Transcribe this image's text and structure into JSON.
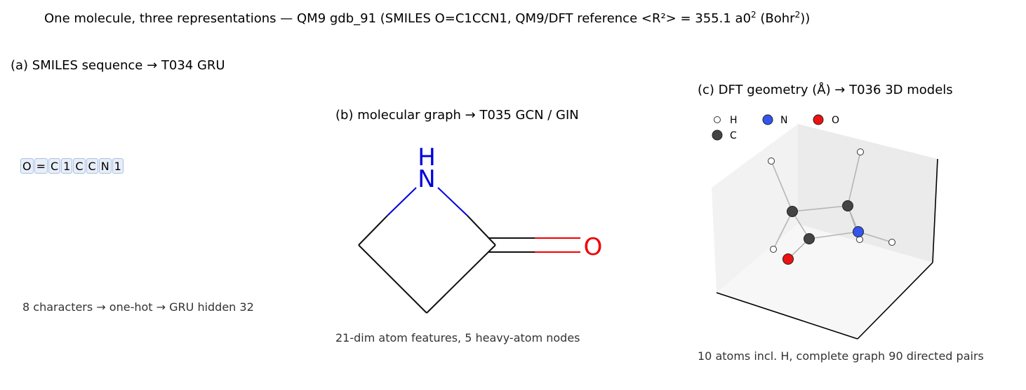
{
  "figure": {
    "title_prefix": "One molecule, three representations — QM9 gdb_91 (SMILES O=C1CCN1, QM9/DFT reference <R²> = 355.1 a0",
    "title_sup1": "2",
    "title_mid": " (Bohr",
    "title_sup2": "2",
    "title_suffix": "))"
  },
  "panel_a": {
    "title": "(a) SMILES sequence  →  T034 GRU",
    "tokens": [
      "O",
      "=",
      "C",
      "1",
      "C",
      "C",
      "N",
      "1"
    ],
    "caption": "8 characters  →  one-hot  →  GRU hidden 32",
    "token_fill": "#e8eef8",
    "token_border": "#a9bfe0"
  },
  "panel_b": {
    "title": "(b) molecular graph  →  T035 GCN / GIN",
    "atom_labels": {
      "nitrogen": "N",
      "hydrogen": "H",
      "oxygen": "O"
    },
    "caption": "21-dim atom features, 5 heavy-atom nodes",
    "colors": {
      "carbon_bond": "#111111",
      "nitrogen": "#0000dd",
      "oxygen": "#ee0000"
    }
  },
  "panel_c": {
    "title": "(c) DFT geometry (Å)  →  T036 3D models",
    "legend": [
      {
        "label": "H",
        "color": "#ffffff"
      },
      {
        "label": "N",
        "color": "#3355ee"
      },
      {
        "label": "O",
        "color": "#ee1111"
      },
      {
        "label": "C",
        "color": "#444444"
      }
    ],
    "caption": "10 atoms incl. H, complete graph 90 directed pairs"
  }
}
